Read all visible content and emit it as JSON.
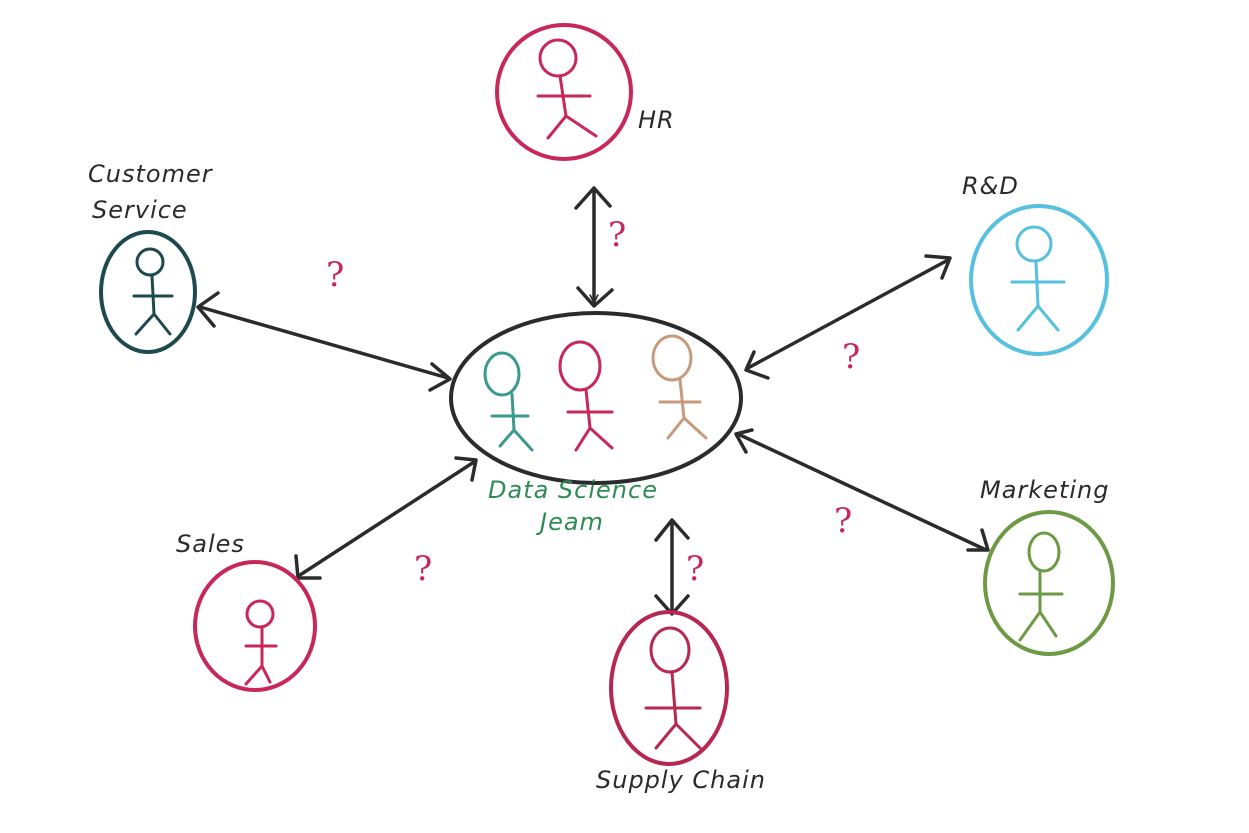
{
  "colors": {
    "ink": "#2b2b2b",
    "hr": "#c8275a",
    "customer": "#1e4a4f",
    "rnd": "#56c1de",
    "sales": "#c8275a",
    "supply": "#b8274f",
    "marketing": "#6e9a45",
    "team": "#2e8b57",
    "question": "#c8275a",
    "teamFig1": "#3b9a8c",
    "teamFig2": "#c8275a",
    "teamFig3": "#c79a7c"
  },
  "center": {
    "label_line1": "Data Science",
    "label_line2": "Jeam",
    "icons": [
      "stick-figure-icon",
      "stick-figure-icon",
      "stick-figure-icon"
    ]
  },
  "departments": {
    "hr": {
      "label": "HR",
      "icon": "stick-figure-icon"
    },
    "customer": {
      "label_line1": "Customer",
      "label_line2": "Service",
      "icon": "stick-figure-icon"
    },
    "rnd": {
      "label": "R&D",
      "icon": "stick-figure-icon"
    },
    "sales": {
      "label": "Sales",
      "icon": "stick-figure-icon"
    },
    "supply": {
      "label": "Supply Chain",
      "icon": "stick-figure-icon"
    },
    "marketing": {
      "label": "Marketing",
      "icon": "stick-figure-icon"
    }
  },
  "question_mark": "?"
}
